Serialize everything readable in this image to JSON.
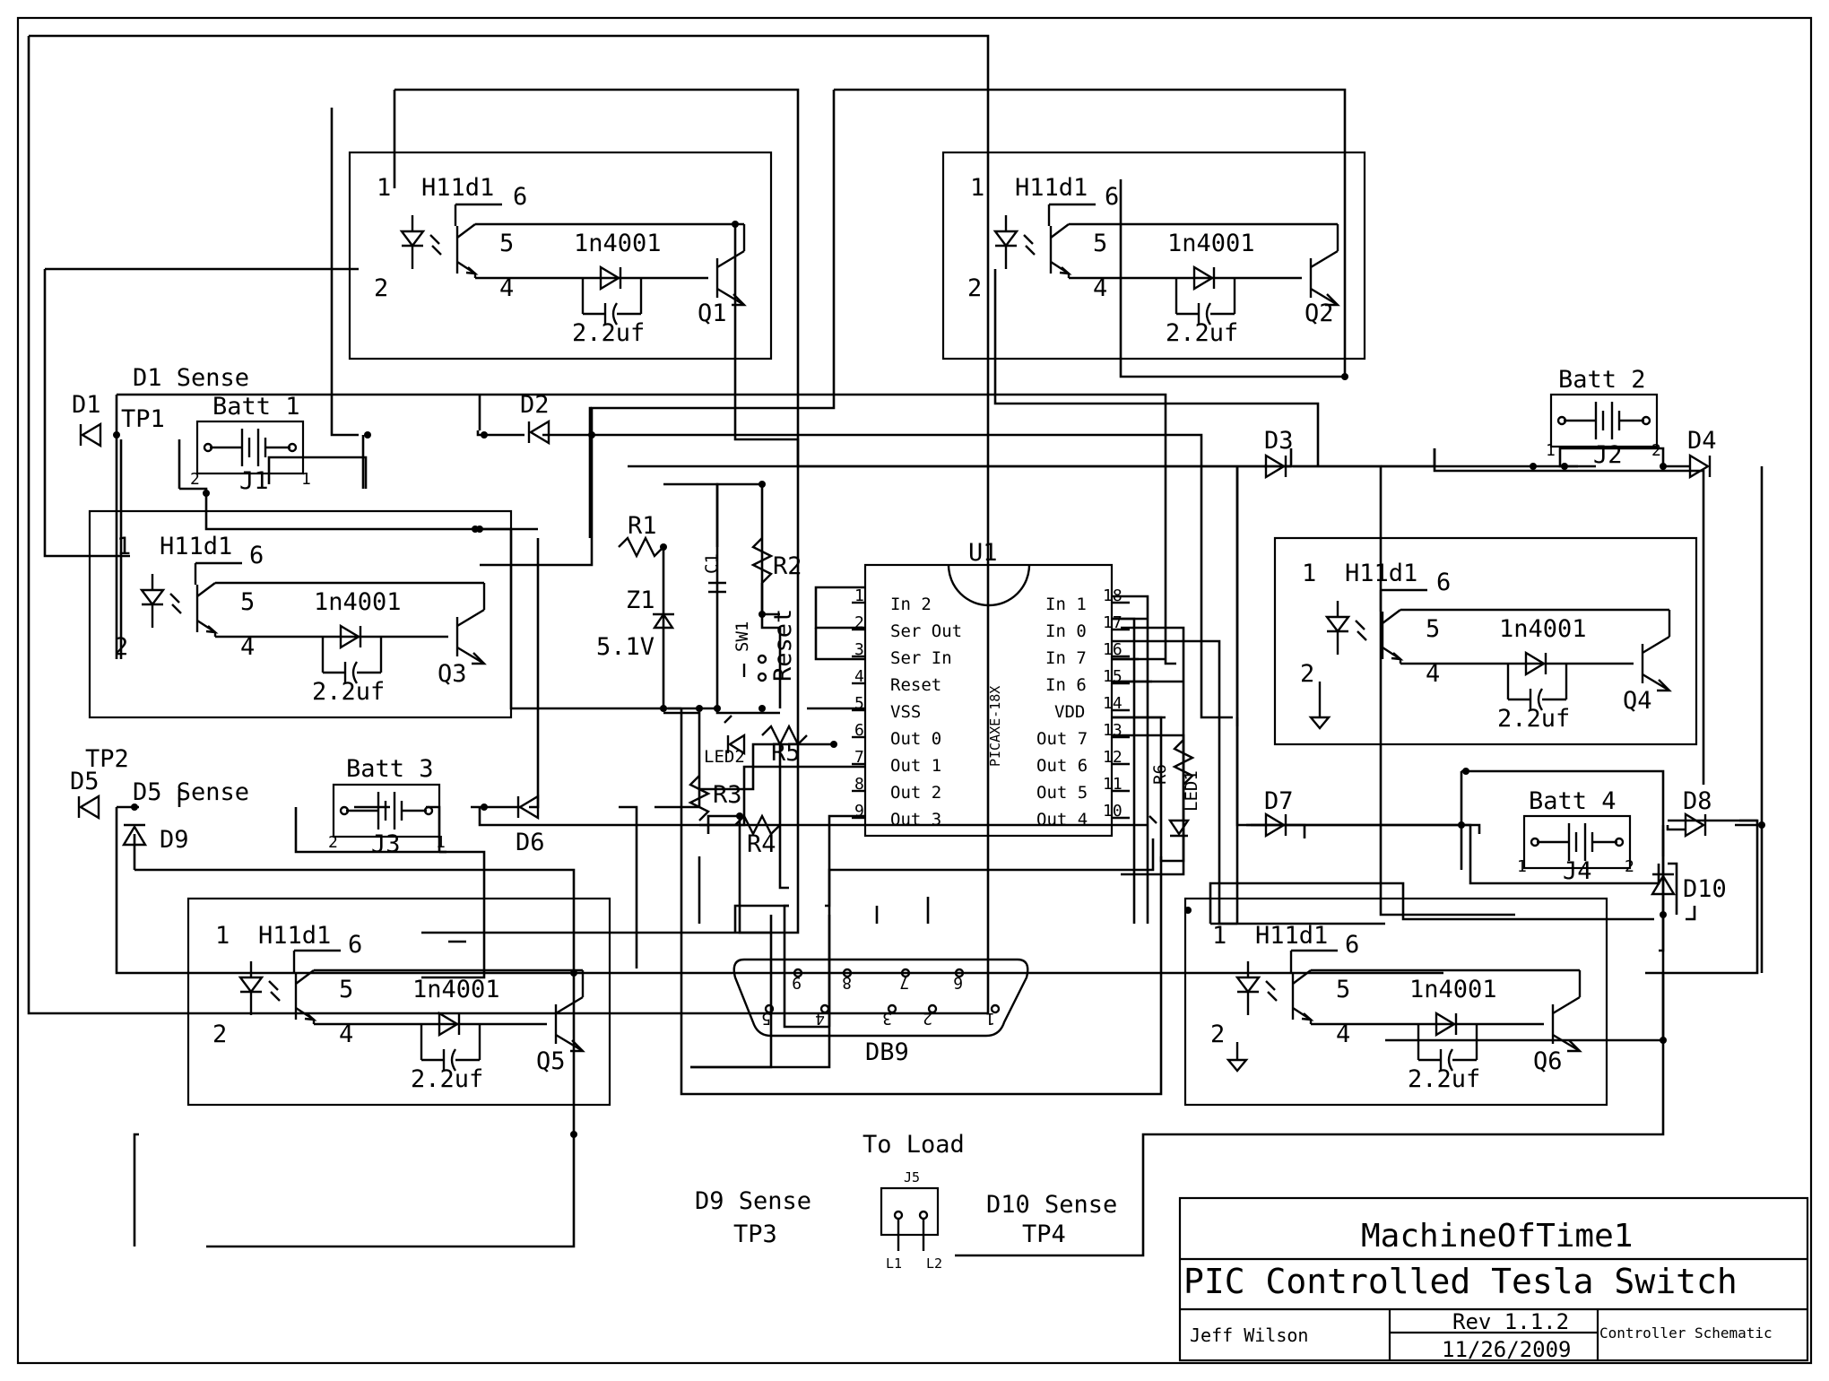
{
  "title_block": {
    "name": "MachineOfTime1",
    "title": "PIC Controlled Tesla Switch",
    "author": "Jeff Wilson",
    "rev": "Rev 1.1.2",
    "date": "11/26/2009",
    "doc_type": "Controller Schematic"
  },
  "opto_modules": [
    {
      "part": "H11d1",
      "pin1": "1",
      "pin2": "2",
      "pin4": "4",
      "pin5": "5",
      "pin6": "6",
      "diode": "1n4001",
      "cap": "2.2uf",
      "transistor": "Q1"
    },
    {
      "part": "H11d1",
      "pin1": "1",
      "pin2": "2",
      "pin4": "4",
      "pin5": "5",
      "pin6": "6",
      "diode": "1n4001",
      "cap": "2.2uf",
      "transistor": "Q2"
    },
    {
      "part": "H11d1",
      "pin1": "1",
      "pin2": "2",
      "pin4": "4",
      "pin5": "5",
      "pin6": "6",
      "diode": "1n4001",
      "cap": "2.2uf",
      "transistor": "Q3"
    },
    {
      "part": "H11d1",
      "pin1": "1",
      "pin2": "2",
      "pin4": "4",
      "pin5": "5",
      "pin6": "6",
      "diode": "1n4001",
      "cap": "2.2uf",
      "transistor": "Q4"
    },
    {
      "part": "H11d1",
      "pin1": "1",
      "pin2": "2",
      "pin4": "4",
      "pin5": "5",
      "pin6": "6",
      "diode": "1n4001",
      "cap": "2.2uf",
      "transistor": "Q5"
    },
    {
      "part": "H11d1",
      "pin1": "1",
      "pin2": "2",
      "pin4": "4",
      "pin5": "5",
      "pin6": "6",
      "diode": "1n4001",
      "cap": "2.2uf",
      "transistor": "Q6"
    }
  ],
  "batteries": [
    {
      "label": "Batt 1",
      "jack": "J1",
      "pin1": "1",
      "pin2": "2"
    },
    {
      "label": "Batt 2",
      "jack": "J2",
      "pin1": "1",
      "pin2": "2"
    },
    {
      "label": "Batt 3",
      "jack": "J3",
      "pin1": "1",
      "pin2": "2"
    },
    {
      "label": "Batt 4",
      "jack": "J4",
      "pin1": "1",
      "pin2": "2"
    }
  ],
  "diodes": [
    "D1",
    "D2",
    "D3",
    "D4",
    "D5",
    "D6",
    "D7",
    "D8",
    "D9",
    "D10"
  ],
  "sense": {
    "d1": "D1 Sense",
    "tp1": "TP1",
    "d5": "D5 Sense",
    "tp2": "TP2",
    "d9": "D9 Sense",
    "tp3": "TP3",
    "d10": "D10 Sense",
    "tp4": "TP4"
  },
  "parts": {
    "r1": "R1",
    "r2": "R2",
    "r3": "R3",
    "r4": "R4",
    "r5": "R5",
    "r6": "R6",
    "z1": "Z1",
    "z1_value": "5.1V",
    "c1": "C1",
    "sw1": "SW1",
    "reset": "Reset",
    "led1": "LED1",
    "led2": "LED2"
  },
  "ic": {
    "ref": "U1",
    "part": "PICAXE-18X",
    "left_pins": [
      {
        "num": "1",
        "name": "In 2"
      },
      {
        "num": "2",
        "name": "Ser Out"
      },
      {
        "num": "3",
        "name": "Ser In"
      },
      {
        "num": "4",
        "name": "Reset"
      },
      {
        "num": "5",
        "name": "VSS"
      },
      {
        "num": "6",
        "name": "Out 0"
      },
      {
        "num": "7",
        "name": "Out 1"
      },
      {
        "num": "8",
        "name": "Out 2"
      },
      {
        "num": "9",
        "name": "Out 3"
      }
    ],
    "right_pins": [
      {
        "num": "18",
        "name": "In 1"
      },
      {
        "num": "17",
        "name": "In 0"
      },
      {
        "num": "16",
        "name": "In 7"
      },
      {
        "num": "15",
        "name": "In 6"
      },
      {
        "num": "14",
        "name": "VDD"
      },
      {
        "num": "13",
        "name": "Out 7"
      },
      {
        "num": "12",
        "name": "Out 6"
      },
      {
        "num": "11",
        "name": "Out 5"
      },
      {
        "num": "10",
        "name": "Out 4"
      }
    ]
  },
  "db9": {
    "label": "DB9",
    "pins": [
      "1",
      "2",
      "3",
      "4",
      "5",
      "6",
      "7",
      "8",
      "9"
    ]
  },
  "load": {
    "label": "To Load",
    "jack": "J5",
    "l1": "L1",
    "l2": "L2"
  }
}
